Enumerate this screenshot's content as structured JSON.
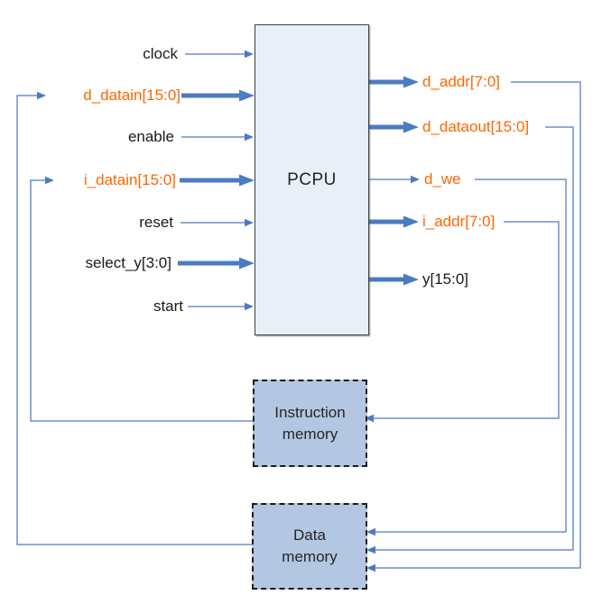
{
  "pcpu": {
    "label": "PCPU"
  },
  "memories": {
    "instruction": {
      "line1": "Instruction",
      "line2": "memory"
    },
    "data": {
      "line1": "Data",
      "line2": "memory"
    }
  },
  "inputs": {
    "clock": "clock",
    "d_datain": "d_datain[15:0]",
    "enable": "enable",
    "i_datain": "i_datain[15:0]",
    "reset": "reset",
    "select_y": "select_y[3:0]",
    "start": "start"
  },
  "outputs": {
    "d_addr": "d_addr[7:0]",
    "d_dataout": "d_dataout[15:0]",
    "d_we": "d_we",
    "i_addr": "i_addr[7:0]",
    "y": "y[15:0]"
  },
  "colors": {
    "bus_arrow_blue": "#4b7bc0",
    "wire_blue": "#6b8fca",
    "signal_orange": "#ff6600",
    "pcpu_fill": "#e9eff7",
    "memory_fill": "#b3c6e2",
    "text_black": "#1a1a1a"
  }
}
